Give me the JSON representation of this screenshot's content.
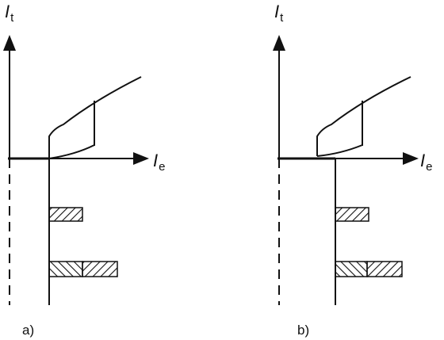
{
  "panels": [
    {
      "label": "a)",
      "y_axis": {
        "main": "I",
        "sub": "t"
      },
      "x_axis": {
        "main": "I",
        "sub": "e"
      }
    },
    {
      "label": "b)",
      "y_axis": {
        "main": "I",
        "sub": "t"
      },
      "x_axis": {
        "main": "I",
        "sub": "e"
      }
    }
  ],
  "colors": {
    "ink": "#111111",
    "background": "#ffffff"
  }
}
